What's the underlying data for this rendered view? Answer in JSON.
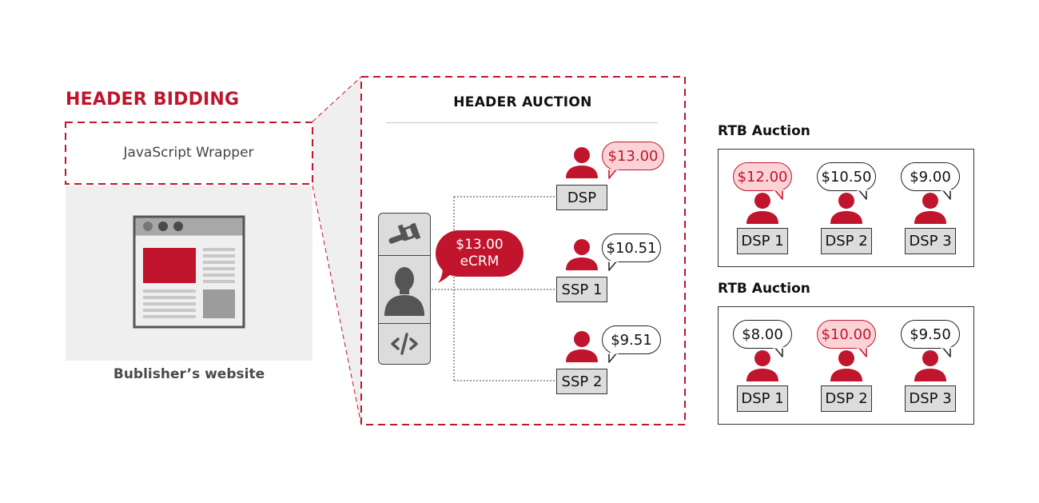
{
  "header_bidding": {
    "title": "HEADER BIDDING",
    "wrapper_label": "JavaScript Wrapper",
    "website_label": "Bublisher’s website"
  },
  "header_auction": {
    "title": "HEADER AUCTION",
    "winning_bid": {
      "price": "$13.00",
      "label": "eCRM"
    },
    "toolbar_icons": [
      "gavel-icon",
      "user-icon",
      "code-icon"
    ],
    "bidders": [
      {
        "name": "DSP",
        "bid": "$13.00",
        "winner": true
      },
      {
        "name": "SSP 1",
        "bid": "$10.51",
        "winner": false
      },
      {
        "name": "SSP 2",
        "bid": "$9.51",
        "winner": false
      }
    ]
  },
  "rtb_auctions": [
    {
      "title": "RTB Auction",
      "bidders": [
        {
          "name": "DSP 1",
          "bid": "$12.00",
          "winner": true
        },
        {
          "name": "DSP 2",
          "bid": "$10.50",
          "winner": false
        },
        {
          "name": "DSP 3",
          "bid": "$9.00",
          "winner": false
        }
      ]
    },
    {
      "title": "RTB Auction",
      "bidders": [
        {
          "name": "DSP 1",
          "bid": "$8.00",
          "winner": false
        },
        {
          "name": "DSP 2",
          "bid": "$10.00",
          "winner": true
        },
        {
          "name": "DSP 3",
          "bid": "$9.50",
          "winner": false
        }
      ]
    }
  ],
  "colors": {
    "accent": "#c0152c",
    "winner_fill": "#fbd3d7",
    "box_fill": "#dcdcdc",
    "panel_bg": "#efefef"
  }
}
